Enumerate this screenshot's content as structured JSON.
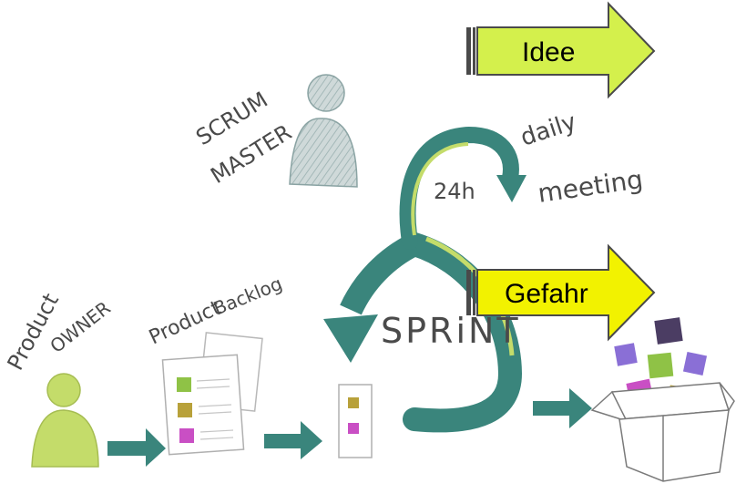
{
  "labels": {
    "scrum_master": [
      "SCRUM",
      "MASTER"
    ],
    "product_owner": [
      "Product",
      "OWNER"
    ],
    "product_backlog": [
      "Product",
      "Backlog"
    ],
    "daily_meeting": [
      "daily",
      "meeting"
    ],
    "cycle_24h": "24h",
    "sprint": "SPRiNT"
  },
  "callouts": {
    "idee": "Idee",
    "gefahr": "Gefahr"
  },
  "colors": {
    "teal": "#3a857c",
    "lime": "#c4dc6a",
    "idee_fill": "#d4f04c",
    "gefahr_fill": "#f2f200",
    "sticky_green": "#8fc246",
    "sticky_olive": "#b8a13a",
    "sticky_magenta": "#c94fc4",
    "sticky_purple": "#8a6fd6",
    "sticky_dark": "#4b3d63"
  }
}
